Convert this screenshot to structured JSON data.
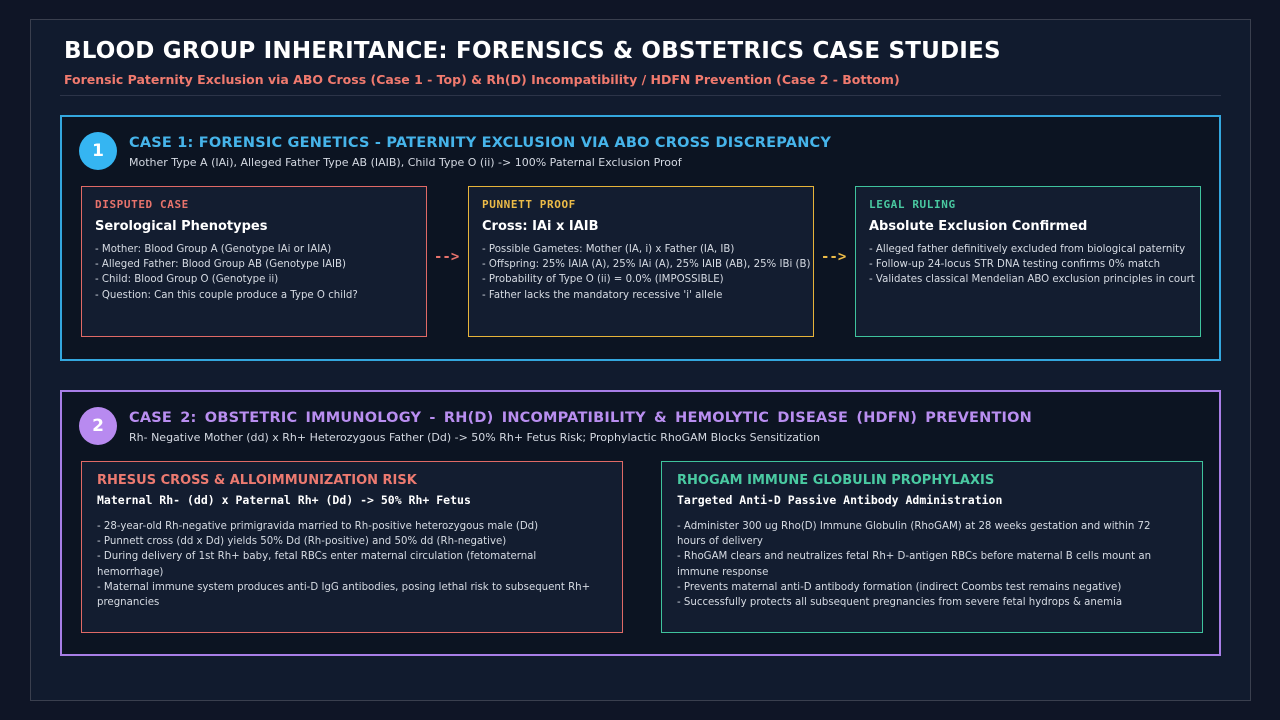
{
  "header": {
    "title": "BLOOD GROUP INHERITANCE: FORENSICS & OBSTETRICS CASE STUDIES",
    "subtitle": "Forensic Paternity Exclusion via ABO Cross (Case 1 - Top) & Rh(D) Incompatibility / HDFN Prevention (Case 2 - Bottom)"
  },
  "case1": {
    "number": "1",
    "title": "CASE 1: FORENSIC GENETICS - PATERNITY EXCLUSION VIA ABO CROSS DISCREPANCY",
    "summary": "Mother Type A (IAi), Alleged Father Type AB (IAIB), Child Type O (ii) -> 100% Paternal Exclusion Proof",
    "arrow": "-->",
    "cards": [
      {
        "label": "DISPUTED CASE",
        "heading": "Serological Phenotypes",
        "items": [
          "- Mother: Blood Group A (Genotype IAi or IAIA)",
          "- Alleged Father: Blood Group AB (Genotype IAIB)",
          "- Child: Blood Group O (Genotype ii)",
          "- Question: Can this couple produce a Type O child?"
        ]
      },
      {
        "label": "PUNNETT PROOF",
        "heading": "Cross: IAi x IAIB",
        "items": [
          "- Possible Gametes: Mother (IA, i) x Father (IA, IB)",
          "- Offspring: 25% IAIA (A), 25% IAi (A), 25% IAIB (AB), 25% IBi (B)",
          "- Probability of Type O (ii) = 0.0% (IMPOSSIBLE)",
          "- Father lacks the mandatory recessive 'i' allele"
        ]
      },
      {
        "label": "LEGAL RULING",
        "heading": "Absolute Exclusion Confirmed",
        "items": [
          "- Alleged father definitively excluded from biological paternity",
          "- Follow-up 24-locus STR DNA testing confirms 0% match",
          "- Validates classical Mendelian ABO exclusion principles in court"
        ]
      }
    ]
  },
  "case2": {
    "number": "2",
    "title": "CASE 2: OBSTETRIC IMMUNOLOGY - RH(D) INCOMPATIBILITY & HEMOLYTIC DISEASE (HDFN) PREVENTION",
    "summary": "Rh- Negative Mother (dd) x Rh+ Heterozygous Father (Dd) -> 50% Rh+ Fetus Risk; Prophylactic RhoGAM Blocks Sensitization",
    "cards": [
      {
        "title": "RHESUS CROSS & ALLOIMMUNIZATION RISK",
        "subtitle": "Maternal Rh- (dd) x Paternal Rh+ (Dd) -> 50% Rh+ Fetus",
        "items": [
          "- 28-year-old Rh-negative primigravida married to Rh-positive heterozygous male (Dd)",
          "- Punnett cross (dd x Dd) yields 50% Dd (Rh-positive) and 50% dd (Rh-negative)",
          "- During delivery of 1st Rh+ baby, fetal RBCs enter maternal circulation (fetomaternal hemorrhage)",
          "- Maternal immune system produces anti-D IgG antibodies, posing lethal risk to subsequent Rh+ pregnancies"
        ]
      },
      {
        "title": "RHOGAM IMMUNE GLOBULIN PROPHYLAXIS",
        "subtitle": "Targeted Anti-D Passive Antibody Administration",
        "items": [
          "- Administer 300 ug Rho(D) Immune Globulin (RhoGAM) at 28 weeks gestation and within 72 hours of delivery",
          "- RhoGAM clears and neutralizes fetal Rh+ D-antigen RBCs before maternal B cells mount an immune response",
          "- Prevents maternal anti-D antibody formation (indirect Coombs test remains negative)",
          "- Successfully protects all subsequent pregnancies from severe fetal hydrops & anemia"
        ]
      }
    ]
  }
}
